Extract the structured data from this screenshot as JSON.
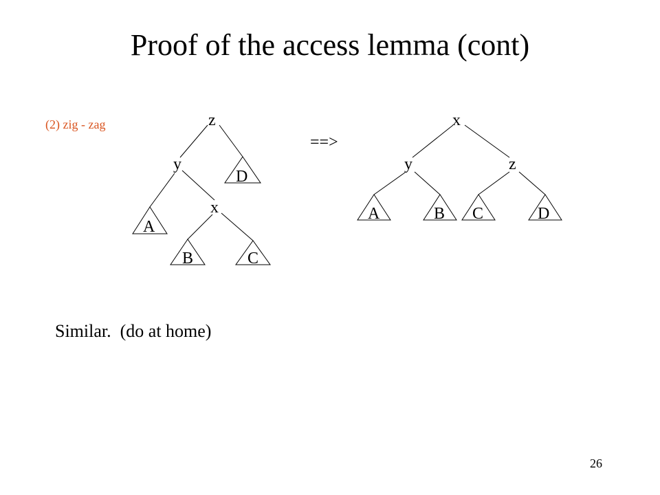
{
  "title": "Proof of the access lemma (cont)",
  "case_label": "(2) zig - zag",
  "arrow": "==>",
  "note": "Similar.  (do at home)",
  "page_number": "26",
  "before_tree": {
    "nodes": [
      "z",
      "y",
      "x"
    ],
    "subtrees": [
      "A",
      "B",
      "C",
      "D"
    ]
  },
  "after_tree": {
    "nodes": [
      "x",
      "y",
      "z"
    ],
    "subtrees": [
      "A",
      "B",
      "C",
      "D"
    ]
  }
}
